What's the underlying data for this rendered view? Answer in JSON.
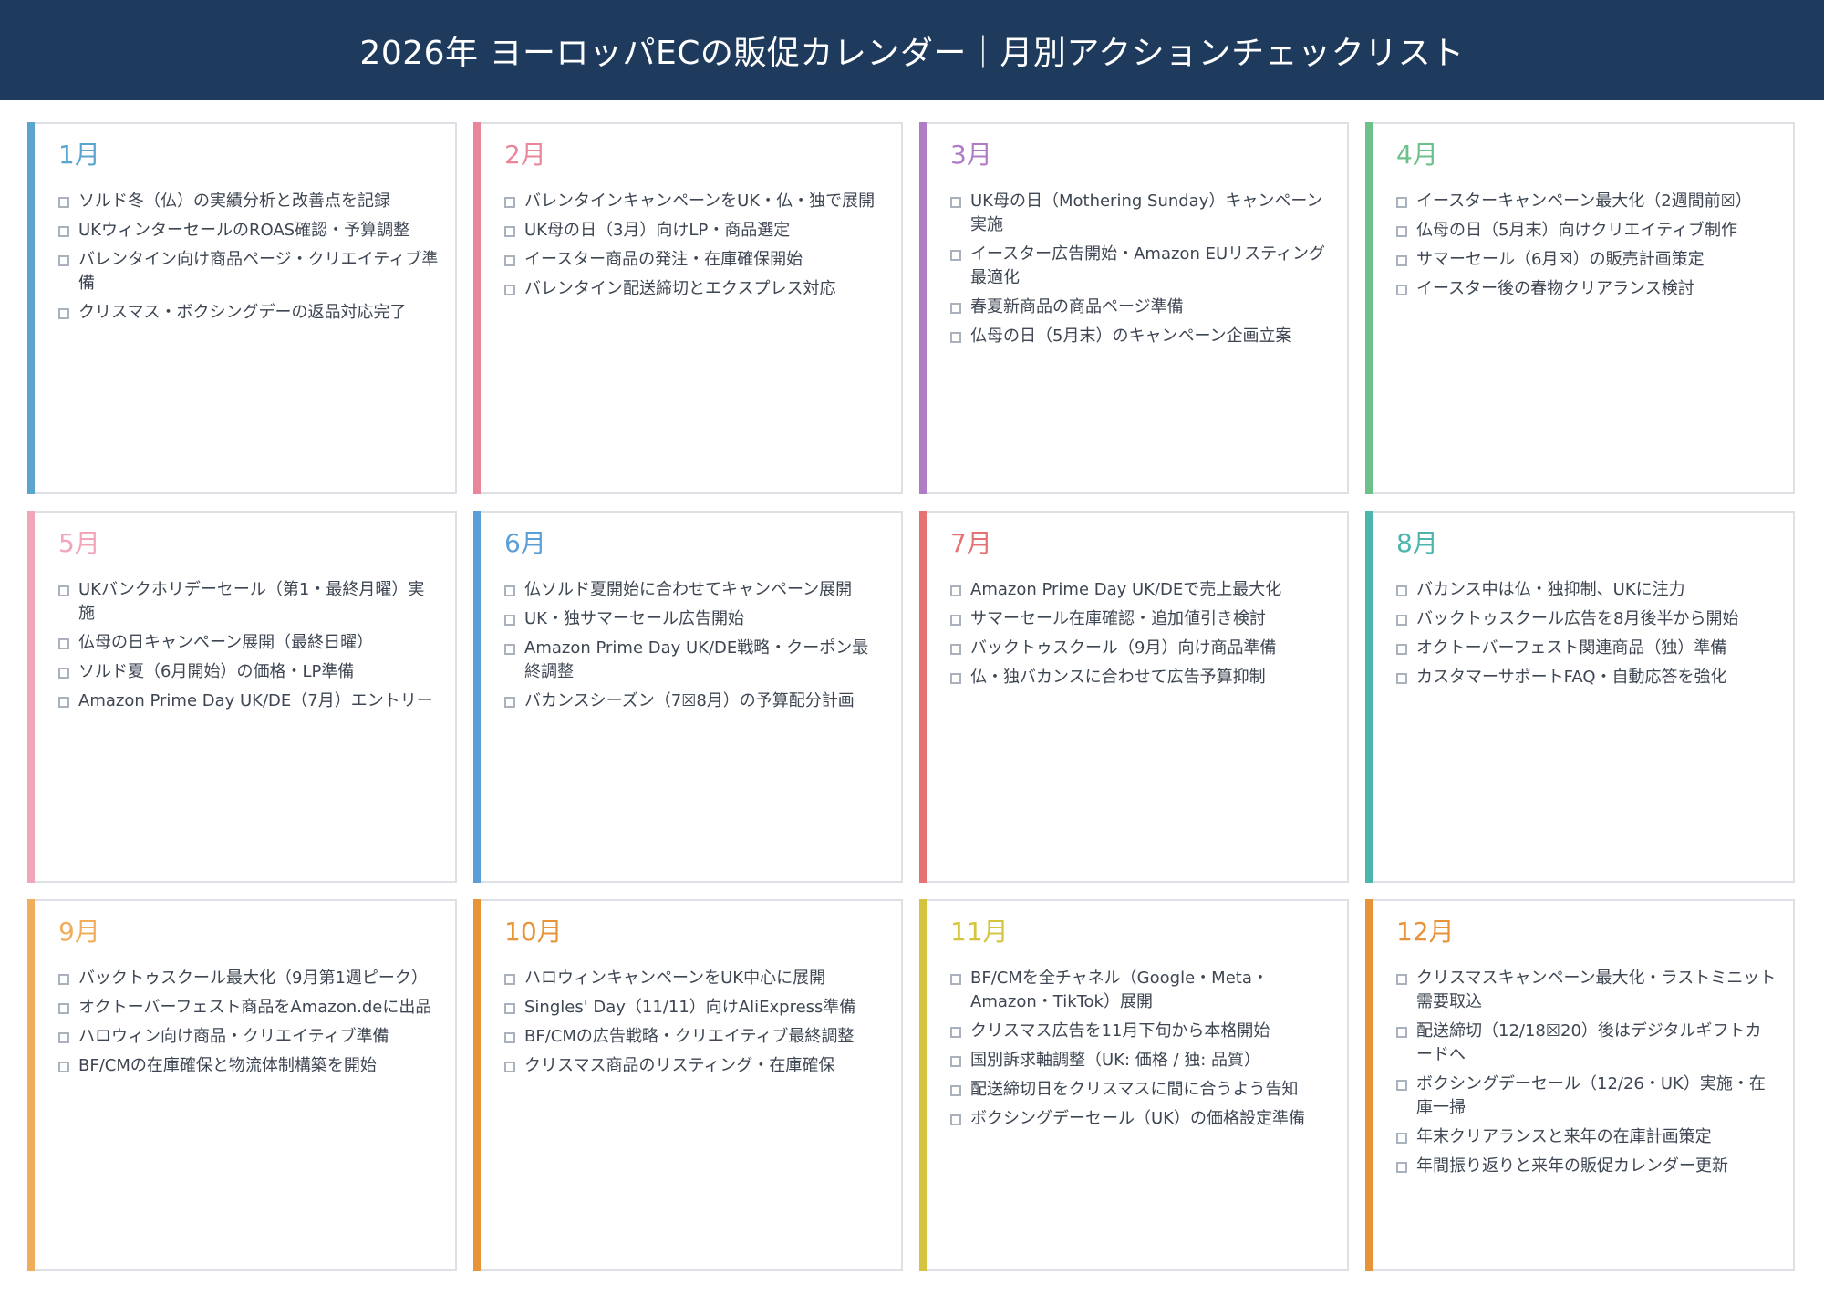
{
  "header": {
    "title": "2026年 ヨーロッパECの販促カレンダー｜月別アクションチェックリスト"
  },
  "months": [
    {
      "label": "1月",
      "color": "#5ba4cf",
      "items": [
        "ソルド冬（仏）の実績分析と改善点を記録",
        "UKウィンターセールのROAS確認・予算調整",
        "バレンタイン向け商品ページ・クリエイティブ準備",
        "クリスマス・ボクシングデーの返品対応完了"
      ]
    },
    {
      "label": "2月",
      "color": "#e8879c",
      "items": [
        "バレンタインキャンペーンをUK・仏・独で展開",
        "UK母の日（3月）向けLP・商品選定",
        "イースター商品の発注・在庫確保開始",
        "バレンタイン配送締切とエクスプレス対応"
      ]
    },
    {
      "label": "3月",
      "color": "#b07cc6",
      "items": [
        "UK母の日（Mothering Sunday）キャンペーン実施",
        "イースター広告開始・Amazon EUリスティング最適化",
        "春夏新商品の商品ページ準備",
        "仏母の日（5月末）のキャンペーン企画立案"
      ]
    },
    {
      "label": "4月",
      "color": "#6cc08b",
      "items": [
        "イースターキャンペーン最大化（2週間前☒）",
        "仏母の日（5月末）向けクリエイティブ制作",
        "サマーセール（6月☒）の販売計画策定",
        "イースター後の春物クリアランス検討"
      ]
    },
    {
      "label": "5月",
      "color": "#f0a5b8",
      "items": [
        "UKバンクホリデーセール（第1・最終月曜）実施",
        "仏母の日キャンペーン展開（最終日曜）",
        "ソルド夏（6月開始）の価格・LP準備",
        "Amazon Prime Day UK/DE（7月）エントリー"
      ]
    },
    {
      "label": "6月",
      "color": "#5b9fd6",
      "items": [
        "仏ソルド夏開始に合わせてキャンペーン展開",
        "UK・独サマーセール広告開始",
        "Amazon Prime Day UK/DE戦略・クーポン最終調整",
        "バカンスシーズン（7☒8月）の予算配分計画"
      ]
    },
    {
      "label": "7月",
      "color": "#e57373",
      "items": [
        "Amazon Prime Day UK/DEで売上最大化",
        "サマーセール在庫確認・追加値引き検討",
        "バックトゥスクール（9月）向け商品準備",
        "仏・独バカンスに合わせて広告予算抑制"
      ]
    },
    {
      "label": "8月",
      "color": "#4db6ac",
      "items": [
        "バカンス中は仏・独抑制、UKに注力",
        "バックトゥスクール広告を8月後半から開始",
        "オクトーバーフェスト関連商品（独）準備",
        "カスタマーサポートFAQ・自動応答を強化"
      ]
    },
    {
      "label": "9月",
      "color": "#f0ad5c",
      "items": [
        "バックトゥスクール最大化（9月第1週ピーク）",
        "オクトーバーフェスト商品をAmazon.deに出品",
        "ハロウィン向け商品・クリエイティブ準備",
        "BF/CMの在庫確保と物流体制構築を開始"
      ]
    },
    {
      "label": "10月",
      "color": "#e8953a",
      "items": [
        "ハロウィンキャンペーンをUK中心に展開",
        "Singles' Day（11/11）向けAliExpress準備",
        "BF/CMの広告戦略・クリエイティブ最終調整",
        "クリスマス商品のリスティング・在庫確保"
      ]
    },
    {
      "label": "11月",
      "color": "#d4c440",
      "items": [
        "BF/CMを全チャネル（Google・Meta・Amazon・TikTok）展開",
        "クリスマス広告を11月下旬から本格開始",
        "国別訴求軸調整（UK: 価格 / 独: 品質）",
        "配送締切日をクリスマスに間に合うよう告知",
        "ボクシングデーセール（UK）の価格設定準備"
      ]
    },
    {
      "label": "12月",
      "color": "#e8923a",
      "items": [
        "クリスマスキャンペーン最大化・ラストミニット需要取込",
        "配送締切（12/18☒20）後はデジタルギフトカードへ",
        "ボクシングデーセール（12/26・UK）実施・在庫一掃",
        "年末クリアランスと来年の在庫計画策定",
        "年間振り返りと来年の販促カレンダー更新"
      ]
    }
  ],
  "style": {
    "header_bg": "#1e3a5c",
    "card_border": "#dde1e6",
    "checkbox_border": "#aab3bd",
    "item_text": "#3d4652"
  }
}
